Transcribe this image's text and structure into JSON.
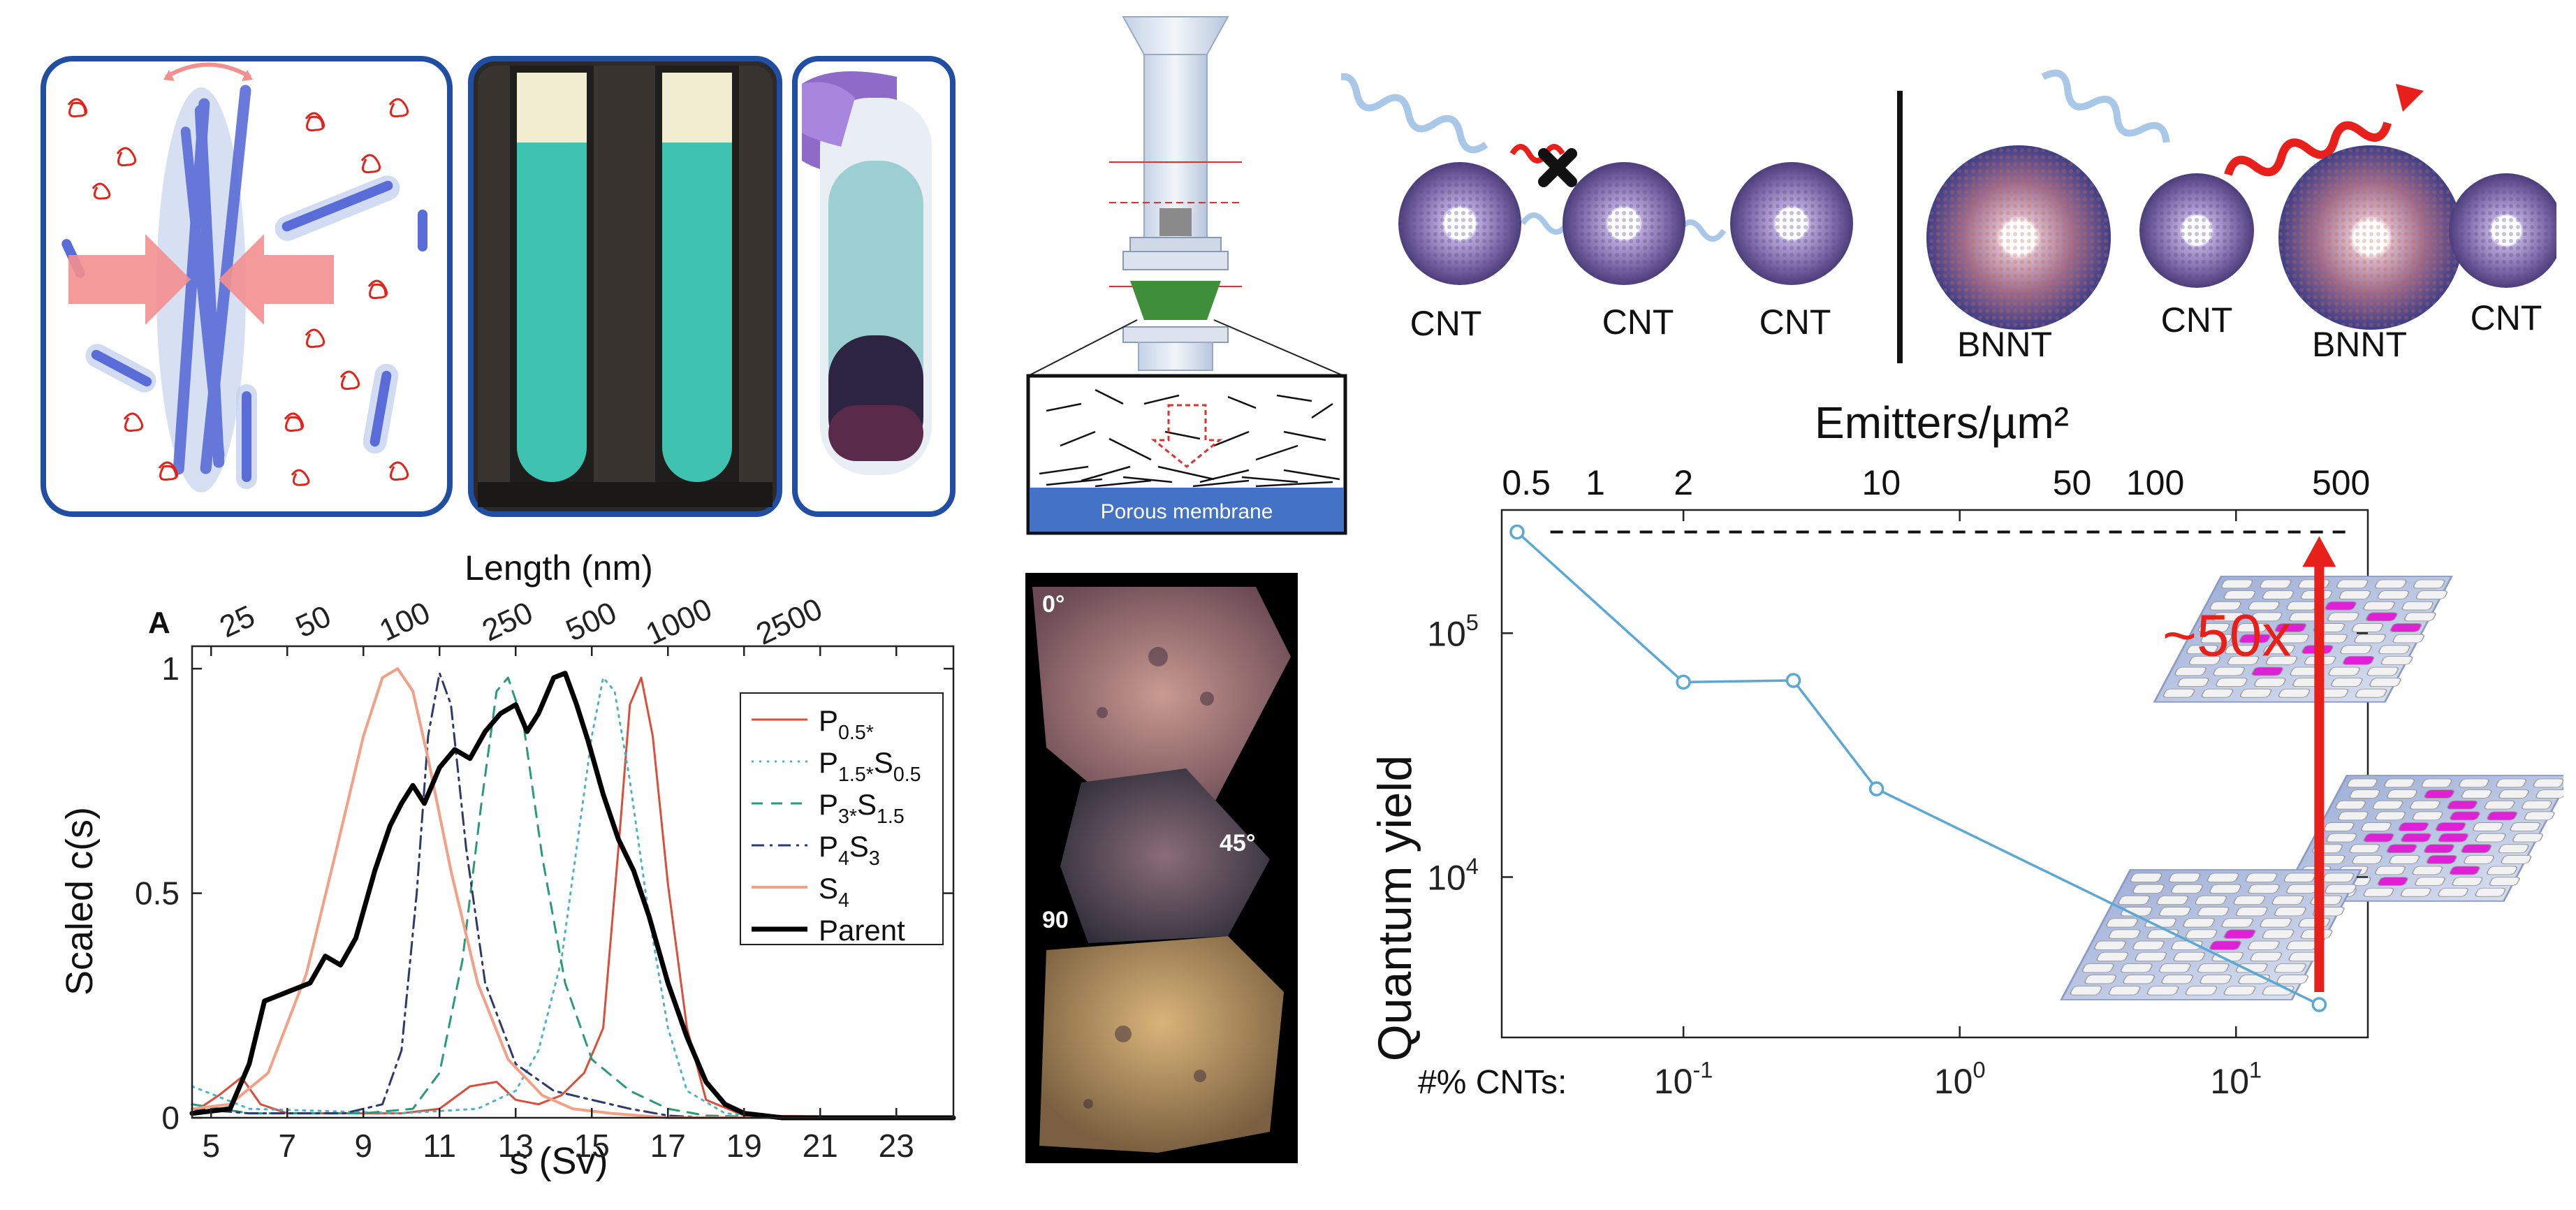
{
  "panel_a": {
    "panel_letter": "A"
  },
  "diagram": {
    "membrane_label": "Porous membrane"
  },
  "microscopy": {
    "angles": [
      "0°",
      "45°",
      "90"
    ]
  },
  "schematic": {
    "labels": [
      "CNT",
      "CNT",
      "CNT",
      "BNNT",
      "CNT",
      "BNNT",
      "CNT"
    ]
  },
  "chart_data": [
    {
      "type": "line",
      "panel": "A",
      "xlabel": "s (Sv)",
      "ylabel": "Scaled c(s)",
      "top_axis_label": "Length (nm)",
      "xlim": [
        4.5,
        24.5
      ],
      "ylim": [
        0,
        1.05
      ],
      "xticks": [
        5,
        7,
        9,
        11,
        13,
        15,
        17,
        19,
        21,
        23
      ],
      "yticks": [
        0,
        0.5,
        1
      ],
      "yticklabels": [
        "0",
        "0.5",
        "1"
      ],
      "top_ticks": [
        {
          "label": "25",
          "x": 5.8
        },
        {
          "label": "50",
          "x": 7.8
        },
        {
          "label": "100",
          "x": 10.2
        },
        {
          "label": "250",
          "x": 12.9
        },
        {
          "label": "500",
          "x": 15.1
        },
        {
          "label": "1000",
          "x": 17.4
        },
        {
          "label": "2500",
          "x": 20.3
        }
      ],
      "series": [
        {
          "base": "P",
          "sub": "0.5*",
          "base2": "",
          "sub2": "",
          "color": "#d94f3a",
          "dash": "",
          "width": 3,
          "x": [
            4.5,
            5.2,
            5.8,
            6.3,
            7,
            10,
            11,
            11.8,
            12.5,
            13,
            13.6,
            14.2,
            14.8,
            15.3,
            15.7,
            16,
            16.3,
            16.6,
            17,
            17.5,
            18,
            19,
            24.5
          ],
          "y": [
            0.01,
            0.05,
            0.09,
            0.03,
            0.01,
            0.01,
            0.02,
            0.07,
            0.08,
            0.04,
            0.03,
            0.05,
            0.1,
            0.2,
            0.6,
            0.92,
            0.98,
            0.85,
            0.52,
            0.2,
            0.04,
            0.005,
            0
          ]
        },
        {
          "base": "P",
          "sub": "1.5*",
          "base2": "S",
          "sub2": "0.5",
          "color": "#4fb3c7",
          "dash": "3,8",
          "width": 3,
          "x": [
            4.5,
            6,
            10,
            12,
            13,
            13.6,
            14.2,
            14.6,
            15,
            15.3,
            15.6,
            16,
            16.5,
            17,
            17.5,
            18.5,
            20,
            24.5
          ],
          "y": [
            0.07,
            0.02,
            0.01,
            0.02,
            0.06,
            0.15,
            0.35,
            0.6,
            0.85,
            0.98,
            0.95,
            0.75,
            0.45,
            0.2,
            0.06,
            0.01,
            0,
            0
          ]
        },
        {
          "base": "P",
          "sub": "3*",
          "base2": "S",
          "sub2": "1.5",
          "color": "#2a9a7a",
          "dash": "16,12",
          "width": 3,
          "x": [
            4.5,
            6,
            9,
            10.3,
            11,
            11.6,
            12.1,
            12.5,
            12.8,
            13.2,
            13.7,
            14.3,
            15,
            16,
            17,
            18,
            20,
            24.5
          ],
          "y": [
            0.03,
            0.01,
            0.01,
            0.02,
            0.1,
            0.35,
            0.7,
            0.95,
            0.98,
            0.88,
            0.58,
            0.3,
            0.13,
            0.06,
            0.02,
            0.005,
            0,
            0
          ]
        },
        {
          "base": "P",
          "sub": "4",
          "base2": "S",
          "sub2": "3",
          "color": "#2e3a6e",
          "dash": "18,8,4,8",
          "width": 3,
          "x": [
            4.5,
            6,
            8.5,
            9.5,
            10,
            10.4,
            10.7,
            11,
            11.3,
            11.7,
            12.2,
            13,
            14,
            15,
            16,
            17,
            18,
            24.5
          ],
          "y": [
            0.02,
            0.01,
            0.01,
            0.03,
            0.15,
            0.5,
            0.85,
            0.99,
            0.92,
            0.6,
            0.3,
            0.12,
            0.06,
            0.04,
            0.02,
            0.005,
            0,
            0
          ]
        },
        {
          "base": "S",
          "sub": "4",
          "base2": "",
          "sub2": "",
          "color": "#f2a086",
          "dash": "",
          "width": 4,
          "x": [
            4.5,
            5.5,
            6.5,
            7.5,
            8.3,
            9,
            9.5,
            9.9,
            10.3,
            10.7,
            11.3,
            12,
            12.8,
            13.7,
            14.5,
            15.5,
            17,
            24.5
          ],
          "y": [
            0.02,
            0.03,
            0.1,
            0.32,
            0.6,
            0.85,
            0.98,
            1.0,
            0.95,
            0.8,
            0.55,
            0.3,
            0.13,
            0.05,
            0.02,
            0.01,
            0,
            0
          ]
        },
        {
          "base": "Parent",
          "sub": "",
          "base2": "",
          "sub2": "",
          "color": "#000000",
          "dash": "",
          "width": 7,
          "x": [
            4.5,
            5.5,
            6,
            6.4,
            7,
            7.6,
            8,
            8.4,
            8.8,
            9.3,
            9.7,
            10,
            10.3,
            10.6,
            11,
            11.4,
            11.8,
            12.2,
            12.6,
            13,
            13.3,
            13.6,
            14,
            14.3,
            14.6,
            14.9,
            15.3,
            15.7,
            16.1,
            16.5,
            17,
            17.5,
            18,
            18.5,
            19,
            20,
            24.5
          ],
          "y": [
            0.01,
            0.02,
            0.12,
            0.26,
            0.28,
            0.3,
            0.36,
            0.34,
            0.4,
            0.55,
            0.65,
            0.7,
            0.74,
            0.7,
            0.78,
            0.82,
            0.8,
            0.86,
            0.9,
            0.92,
            0.86,
            0.9,
            0.98,
            0.99,
            0.92,
            0.84,
            0.72,
            0.62,
            0.55,
            0.45,
            0.3,
            0.18,
            0.08,
            0.03,
            0.01,
            0,
            0
          ]
        }
      ]
    },
    {
      "type": "line",
      "panel": "quantum-yield",
      "xlabel": "#% CNTs:",
      "ylabel": "Quantum yield",
      "top_axis_label": "Emitters/µm²",
      "xscale": "log",
      "yscale": "log",
      "xlim": [
        0.022,
        30
      ],
      "ylim": [
        2200,
        320000
      ],
      "xticks": [
        0.1,
        1,
        10
      ],
      "xticklabels": [
        {
          "base": "10",
          "exp": "-1"
        },
        {
          "base": "10",
          "exp": "0"
        },
        {
          "base": "10",
          "exp": "1"
        }
      ],
      "yticks": [
        10000,
        100000
      ],
      "yticklabels": [
        {
          "base": "10",
          "exp": "4"
        },
        {
          "base": "10",
          "exp": "5"
        }
      ],
      "top_ticks": [
        {
          "label": "0.5",
          "x": 0.027
        },
        {
          "label": "1",
          "x": 0.048
        },
        {
          "label": "2",
          "x": 0.1
        },
        {
          "label": "10",
          "x": 0.52
        },
        {
          "label": "50",
          "x": 2.55
        },
        {
          "label": "100",
          "x": 5.1
        },
        {
          "label": "500",
          "x": 24
        }
      ],
      "series": [
        {
          "color": "#5ba8d4",
          "x": [
            0.025,
            0.1,
            0.25,
            0.5,
            20
          ],
          "y": [
            260000,
            63000,
            64000,
            23000,
            3000
          ]
        }
      ],
      "reference_line": {
        "y": 260000,
        "color": "#000000",
        "style": "dashed"
      },
      "annotation": {
        "text": "~50x",
        "color": "#e8201c"
      }
    }
  ]
}
